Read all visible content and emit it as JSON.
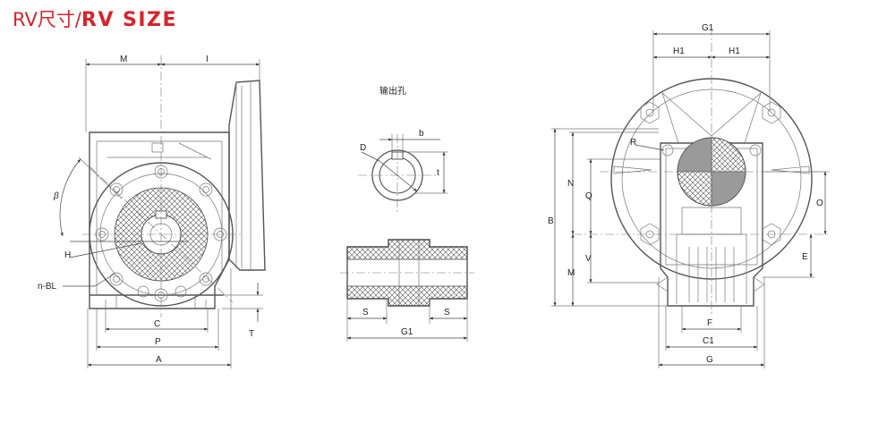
{
  "title": {
    "cn": "RV尺寸/",
    "en": "RV SIZE"
  },
  "output_hole": {
    "heading": "输出孔"
  },
  "labels": {
    "M": "M",
    "I": "I",
    "beta": "β",
    "H": "H",
    "nBL": "n-BL",
    "C": "C",
    "P": "P",
    "A": "A",
    "T": "T",
    "D": "D",
    "b": "b",
    "t": "t",
    "S": "S",
    "G1": "G1",
    "H1": "H1",
    "R": "R",
    "N": "N",
    "Q": "Q",
    "B": "B",
    "V": "V",
    "O": "O",
    "E": "E",
    "F": "F",
    "C1": "C1",
    "G": "G"
  }
}
